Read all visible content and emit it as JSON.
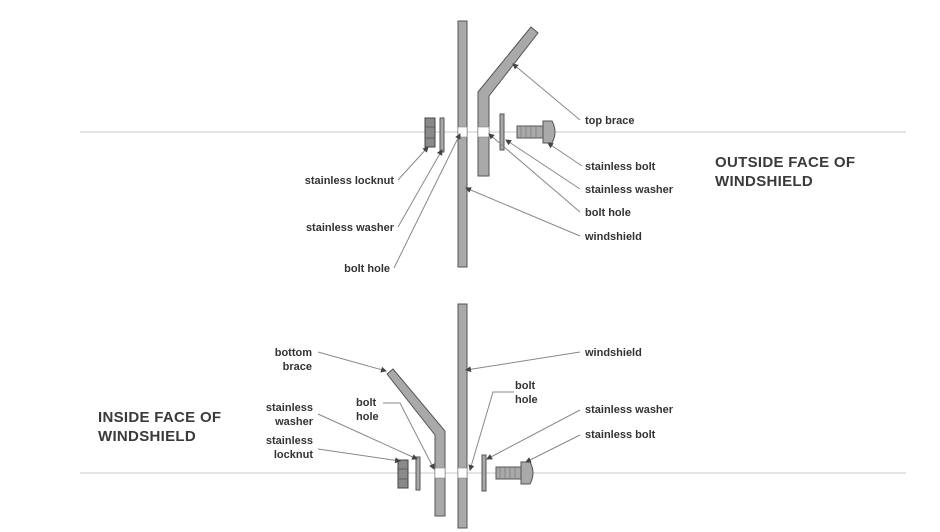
{
  "top": {
    "heading_line1": "OUTSIDE FACE OF",
    "heading_line2": "WINDSHIELD",
    "labels": {
      "top_brace": "top brace",
      "stainless_bolt": "stainless bolt",
      "stainless_washer_right": "stainless washer",
      "bolt_hole_right": "bolt hole",
      "windshield": "windshield",
      "stainless_locknut": "stainless locknut",
      "stainless_washer_left": "stainless washer",
      "bolt_hole_left": "bolt hole"
    }
  },
  "bottom": {
    "heading_line1": "INSIDE FACE OF",
    "heading_line2": "WINDSHIELD",
    "labels": {
      "bottom_brace_1": "bottom",
      "bottom_brace_2": "brace",
      "windshield": "windshield",
      "bolt_hole_right_1": "bolt",
      "bolt_hole_right_2": "hole",
      "stainless_washer_right": "stainless washer",
      "stainless_bolt": "stainless bolt",
      "stainless_washer_left_1": "stainless",
      "stainless_washer_left_2": "washer",
      "bolt_hole_left_1": "bolt",
      "bolt_hole_left_2": "hole",
      "stainless_locknut_1": "stainless",
      "stainless_locknut_2": "locknut"
    }
  }
}
